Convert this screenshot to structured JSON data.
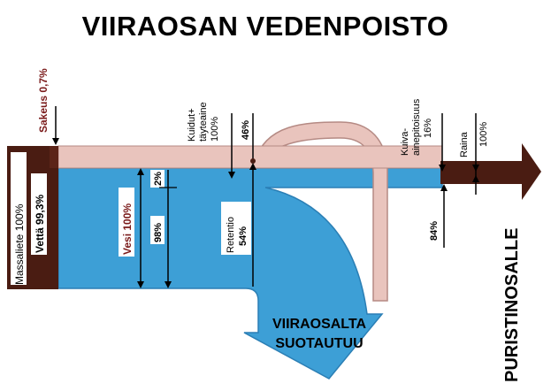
{
  "title": "VIIRAOSAN VEDENPOISTO",
  "colors": {
    "pulp_dark": "#4a1c12",
    "pink": "#e9c4bd",
    "pink_edge": "#b58a84",
    "water_blue": "#3d9fd6",
    "water_blue_dark": "#2b7fb5",
    "red_text": "#7a1a1a"
  },
  "labels": {
    "sakeus": "Sakeus 0,7%",
    "massaliete": "Massaliete 100%",
    "vetta": "Vettä 99,3%",
    "vesi": "Vesi 100%",
    "water_2": "2%",
    "water_98": "98%",
    "kuidut_l1": "Kuidut+",
    "kuidut_l2": "täyteaine",
    "kuidut_l3": "100%",
    "p46": "46%",
    "retentio_l1": "Retentio",
    "retentio_l2": "54%",
    "kuiva_l1": "Kuiva-",
    "kuiva_l2": "ainepitoisuus",
    "kuiva_l3": "16%",
    "p84": "84%",
    "raina_l1": "Raina",
    "raina_l2": "100%",
    "suotautuu_l1": "VIIRAOSALTA",
    "suotautuu_l2": "SUOTAUTUU",
    "puristinosalle": "PURISTINOSALLE"
  }
}
